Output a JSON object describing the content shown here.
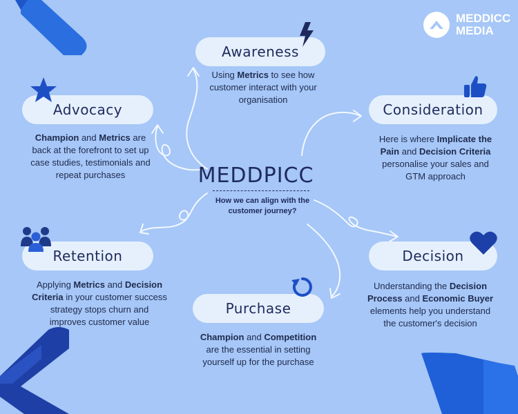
{
  "brand": {
    "line1": "MEDDICC",
    "line2": "MEDIA",
    "logo_icon": "meddicc-logo-icon"
  },
  "center": {
    "title": "MEDDPICC",
    "subtitle": "How we can align with the customer journey?"
  },
  "stages": {
    "awareness": {
      "label": "Awareness",
      "icon": "lightning-icon",
      "desc": [
        "Using ",
        {
          "b": "Metrics"
        },
        " to see how customer interact with your organisation"
      ]
    },
    "consideration": {
      "label": "Consideration",
      "icon": "thumbs-up-icon",
      "desc": [
        "Here is where ",
        {
          "b": "Implicate the Pain"
        },
        " and ",
        {
          "b": "Decision Criteria"
        },
        " personalise your sales and GTM approach"
      ]
    },
    "decision": {
      "label": "Decision",
      "icon": "heart-icon",
      "desc": [
        "Understanding the ",
        {
          "b": "Decision Process"
        },
        " and ",
        {
          "b": "Economic Buyer"
        },
        " elements help you understand the customer's decision"
      ]
    },
    "purchase": {
      "label": "Purchase",
      "icon": "refresh-icon",
      "desc": [
        {
          "b": "Champion"
        },
        " and ",
        {
          "b": "Competition"
        },
        " are the essential in setting yourself up for the purchase"
      ]
    },
    "retention": {
      "label": "Retention",
      "icon": "people-icon",
      "desc": [
        "Applying ",
        {
          "b": "Metrics"
        },
        " and ",
        {
          "b": "Decision Criteria"
        },
        " in your customer success strategy stops churn and improves customer value"
      ]
    },
    "advocacy": {
      "label": "Advocacy",
      "icon": "star-icon",
      "desc": [
        {
          "b": "Champion"
        },
        " and ",
        {
          "b": "Metrics"
        },
        " are back at the forefront to set up case studies, testimonials and repeat purchases"
      ]
    }
  },
  "colors": {
    "background": "#a6c7f7",
    "pill": "#e6f0fd",
    "accent": "#1d4fc4",
    "text": "#1e2a5c"
  }
}
